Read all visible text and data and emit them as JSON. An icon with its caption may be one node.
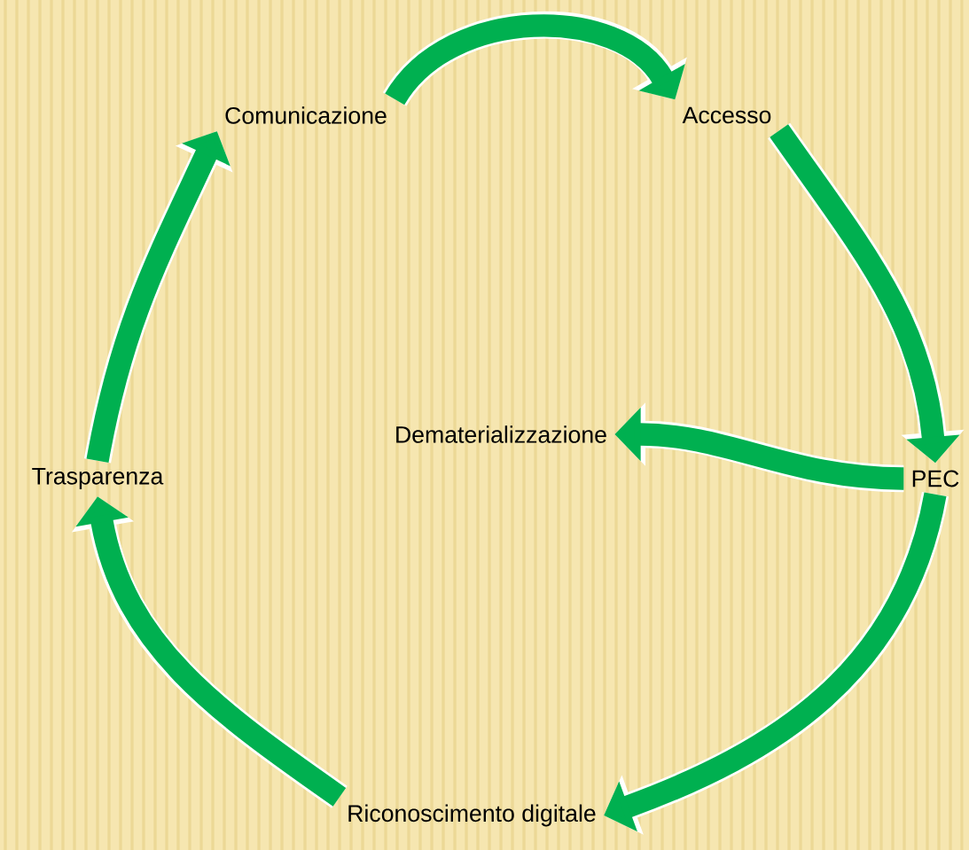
{
  "diagram": {
    "nodes": [
      {
        "text": [
          "Comunicazione"
        ]
      },
      {
        "text": [
          "Accesso"
        ]
      },
      {
        "text": [
          "PEC"
        ]
      },
      {
        "text": [
          "Riconoscimento digitale"
        ]
      },
      {
        "text": [
          "Trasparenza"
        ]
      },
      {
        "text": [
          "Dematerializzazione"
        ]
      }
    ],
    "edges": [
      {
        "from": 0,
        "to": 1,
        "arrow": "to"
      },
      {
        "from": 1,
        "to": 2,
        "arrow": "to"
      },
      {
        "from": 2,
        "to": 5,
        "arrow": "to"
      },
      {
        "from": 2,
        "to": 3,
        "arrow": "to"
      },
      {
        "from": 3,
        "to": 4,
        "arrow": "to"
      },
      {
        "from": 4,
        "to": 0,
        "arrow": "to"
      }
    ]
  }
}
